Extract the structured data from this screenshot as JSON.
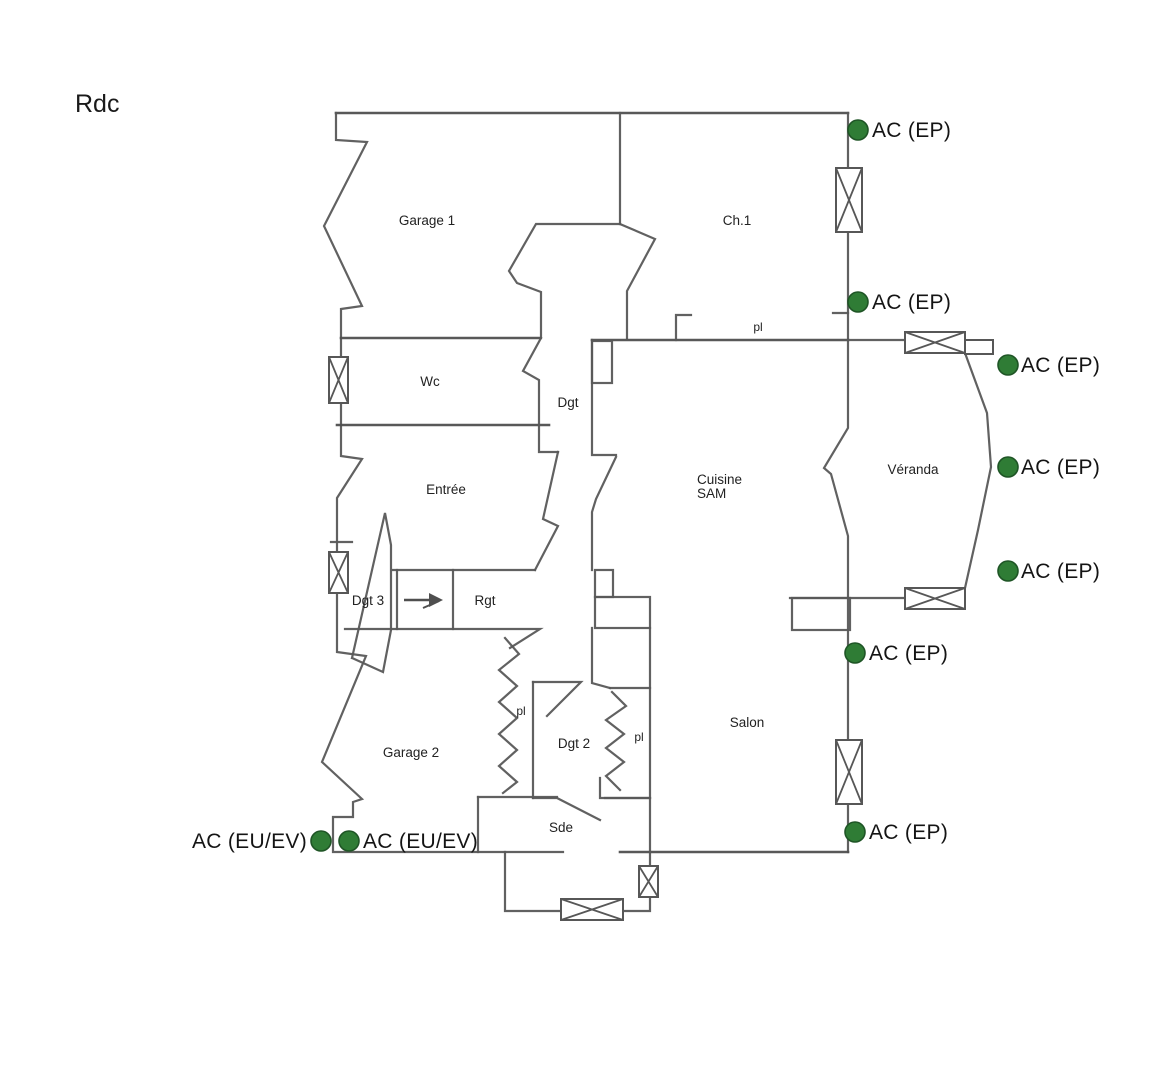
{
  "document": {
    "floor_label": "Rdc",
    "type": "floor-plan"
  },
  "rooms": [
    {
      "id": "garage-1",
      "label": "Garage 1"
    },
    {
      "id": "ch-1",
      "label": "Ch.1"
    },
    {
      "id": "wc",
      "label": "Wc"
    },
    {
      "id": "dgt",
      "label": "Dgt"
    },
    {
      "id": "cuisine-sam",
      "label": "Cuisine",
      "label2": "SAM"
    },
    {
      "id": "veranda",
      "label": "Véranda"
    },
    {
      "id": "entree",
      "label": "Entrée"
    },
    {
      "id": "dgt-3",
      "label": "Dgt 3"
    },
    {
      "id": "rgt",
      "label": "Rgt"
    },
    {
      "id": "garage-2",
      "label": "Garage 2"
    },
    {
      "id": "dgt-2",
      "label": "Dgt 2"
    },
    {
      "id": "salon",
      "label": "Salon"
    },
    {
      "id": "sde",
      "label": "Sde"
    }
  ],
  "closets": [
    {
      "id": "pl-ch1",
      "label": "pl"
    },
    {
      "id": "pl-dgt2-left",
      "label": "pl"
    },
    {
      "id": "pl-dgt2-right",
      "label": "pl"
    }
  ],
  "markers": [
    {
      "id": "ac-ep-1",
      "label": "AC (EP)"
    },
    {
      "id": "ac-ep-2",
      "label": "AC (EP)"
    },
    {
      "id": "ac-ep-3",
      "label": "AC (EP)"
    },
    {
      "id": "ac-ep-4",
      "label": "AC (EP)"
    },
    {
      "id": "ac-ep-5",
      "label": "AC (EP)"
    },
    {
      "id": "ac-ep-6",
      "label": "AC (EP)"
    },
    {
      "id": "ac-ep-7",
      "label": "AC (EP)"
    },
    {
      "id": "ac-euev-1",
      "label": "AC (EU/EV)"
    },
    {
      "id": "ac-euev-2",
      "label": "AC (EU/EV)"
    }
  ],
  "colors": {
    "marker_green": "#2f7c35",
    "marker_green_border": "#1f5526",
    "wall_gray": "#585858",
    "background": "#ffffff",
    "text": "#1a1a1a"
  }
}
